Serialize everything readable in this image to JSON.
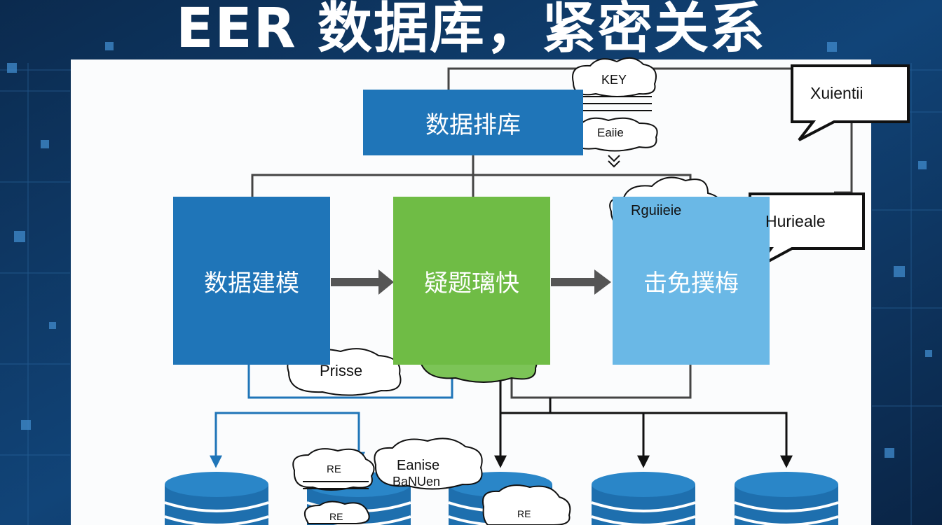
{
  "title": "EER 数据库，紧密关系",
  "top_box": "数据排库",
  "boxes": {
    "modeling": "数据建模",
    "middle": "疑题璃快",
    "right": "击免撲梅"
  },
  "callouts": {
    "top_right": "Xuientii",
    "mid_right": "Hurieale"
  },
  "clouds": {
    "key": "KEY",
    "top_small": "Eaiie",
    "right_top": "Rguiieie",
    "prisse": "Prisse",
    "bottom_left": "RE",
    "bottom_center_line1": "Eanise",
    "bottom_center_line2": "BaNUen",
    "bottom_small": "RE",
    "bottom_right": "RE"
  },
  "colors": {
    "dark_blue": "#1f75b8",
    "green": "#6fbc45",
    "light_blue": "#6ab8e6",
    "cylinder": "#1e6fae",
    "background": "#0d2f55"
  }
}
